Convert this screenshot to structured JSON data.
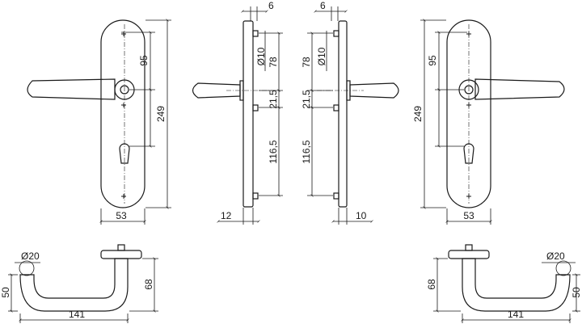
{
  "front_left": {
    "pitch_top": "95",
    "overall_height": "249",
    "width": "53"
  },
  "side_left": {
    "offset": "6",
    "spindle": "Ø10",
    "rose_to_spindle": "78",
    "spindle_to_lock": "21,5",
    "lock_to_bottom": "116,5",
    "plate_thickness": "12"
  },
  "side_right": {
    "offset": "6",
    "spindle": "Ø10",
    "rose_to_spindle": "78",
    "spindle_to_lock": "21,5",
    "lock_to_bottom": "116,5",
    "plate_thickness": "10"
  },
  "front_right": {
    "pitch_top": "95",
    "overall_height": "249",
    "width": "53"
  },
  "top_left": {
    "diameter": "Ø20",
    "height": "50",
    "projection": "68",
    "length": "141"
  },
  "top_right": {
    "diameter": "Ø20",
    "height": "50",
    "projection": "68",
    "length": "141"
  }
}
